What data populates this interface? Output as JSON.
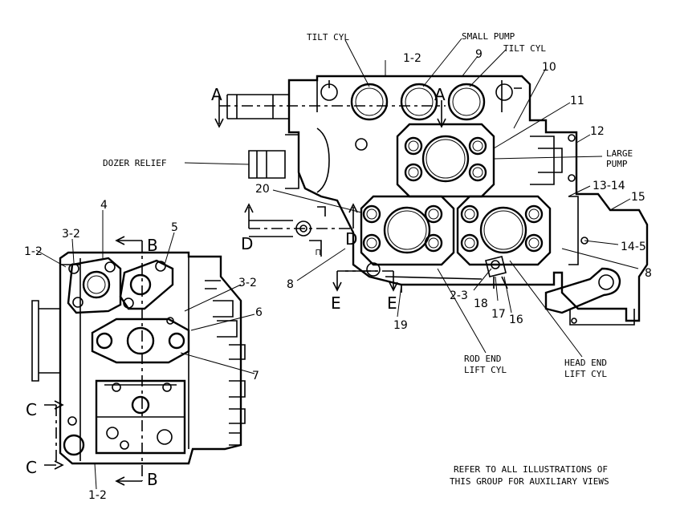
{
  "labels": {
    "tilt_cyl_left": "TILT CYL",
    "small_pump": "SMALL PUMP",
    "tilt_cyl_right": "TILT CYL",
    "dozer_relief": "DOZER RELIEF",
    "large_pump_1": "LARGE",
    "large_pump_2": "PUMP",
    "rod_end_1": "ROD END",
    "rod_end_2": "LIFT CYL",
    "head_end_1": "HEAD END",
    "head_end_2": "LIFT CYL"
  },
  "callouts": {
    "c1_2_top": "1-2",
    "c9": "9",
    "c10": "10",
    "c11": "11",
    "c12": "12",
    "c13_14": "13-14",
    "c15": "15",
    "c14_5": "14-5",
    "c8_right": "8",
    "c20": "20",
    "c8_mid": "8",
    "c2_3": "2-3",
    "c18": "18",
    "c17": "17",
    "c16": "16",
    "c19": "19",
    "c1_2_left": "1-2",
    "c3_2_top": "3-2",
    "c4": "4",
    "c5": "5",
    "c3_2_mid": "3-2",
    "c6": "6",
    "c7": "7",
    "c1_2_bottom": "1-2"
  },
  "sections": {
    "a_left": "A",
    "a_right": "A",
    "b_top": "B",
    "b_bottom": "B",
    "c_top": "C",
    "c_bottom": "C",
    "d_left": "D",
    "d_right": "D",
    "e_left": "E",
    "e_right": "E"
  },
  "note": {
    "line1": "REFER TO ALL ILLUSTRATIONS OF",
    "line2": "THIS GROUP FOR AUXILIARY VIEWS"
  }
}
